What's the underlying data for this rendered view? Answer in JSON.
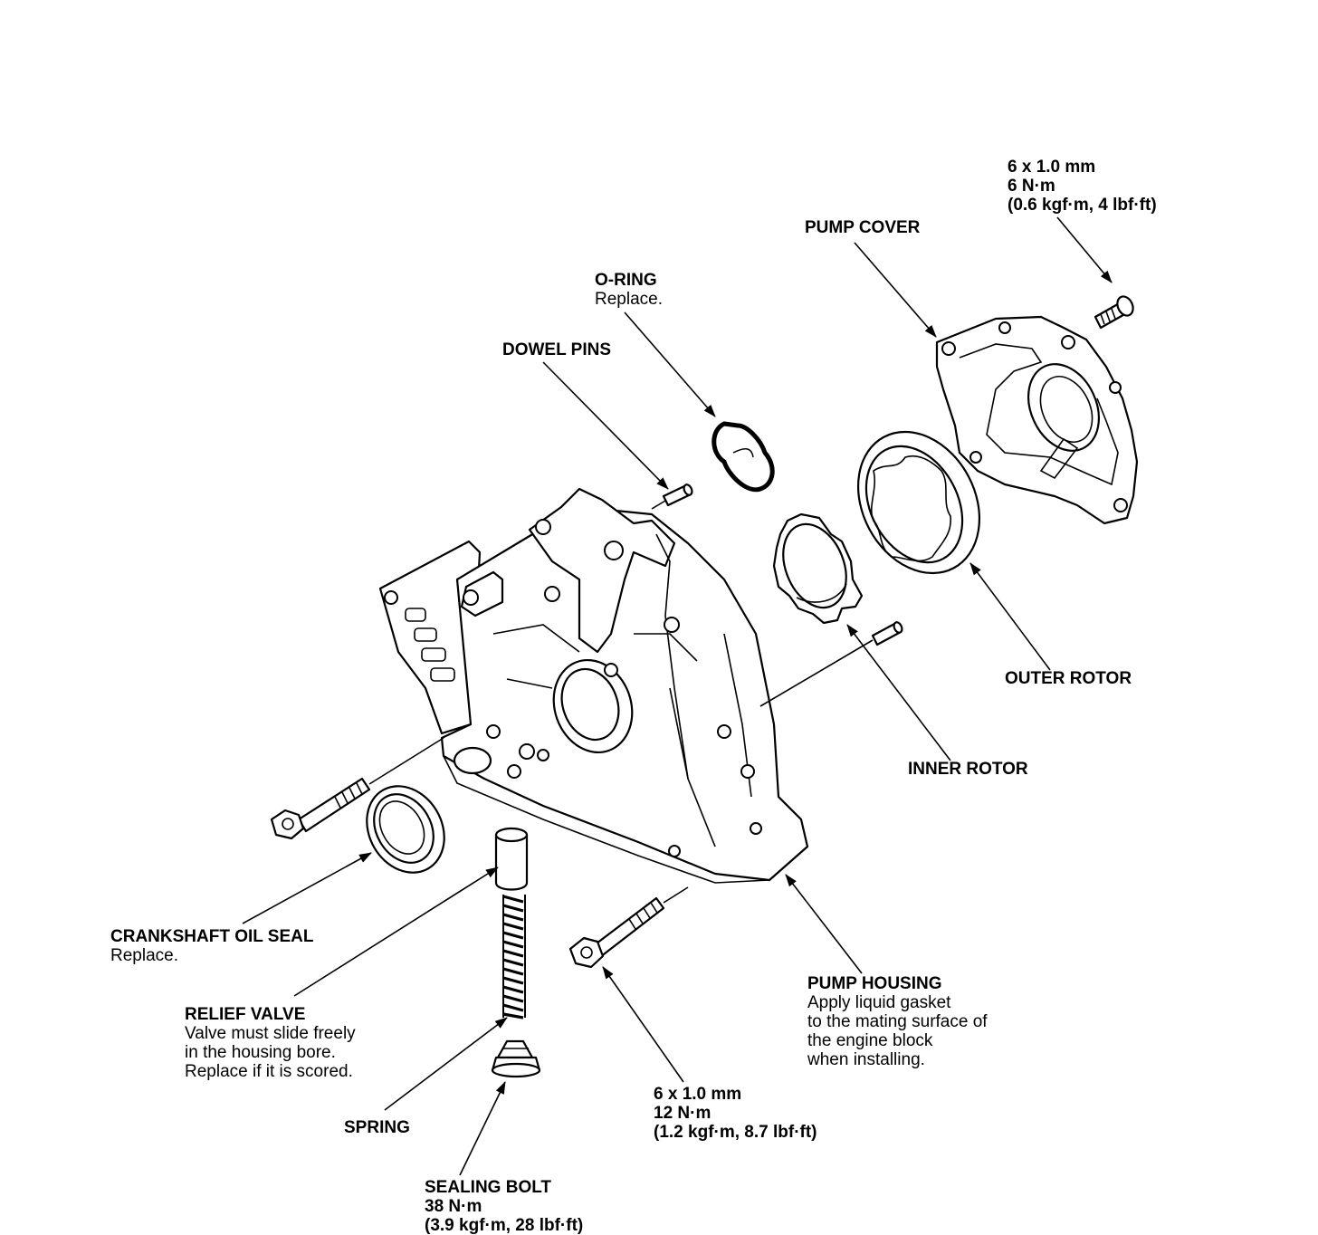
{
  "labels": {
    "cover_bolt": {
      "l1": "6 x 1.0 mm",
      "l2": "6 N·m",
      "l3": "(0.6 kgf·m, 4 lbf·ft)"
    },
    "pump_cover": {
      "title": "PUMP COVER"
    },
    "o_ring": {
      "title": "O-RING",
      "note": "Replace."
    },
    "dowel_pins": {
      "title": "DOWEL PINS"
    },
    "outer_rotor": {
      "title": "OUTER ROTOR"
    },
    "inner_rotor": {
      "title": "INNER ROTOR"
    },
    "crank_seal": {
      "title": "CRANKSHAFT OIL SEAL",
      "note": "Replace."
    },
    "relief_valve": {
      "title": "RELIEF VALVE",
      "n1": "Valve must slide freely",
      "n2": "in the housing bore.",
      "n3": "Replace if it is scored."
    },
    "spring": {
      "title": "SPRING"
    },
    "pump_housing": {
      "title": "PUMP HOUSING",
      "n1": "Apply liquid gasket",
      "n2": "to the mating surface of",
      "n3": "the engine block",
      "n4": "when installing."
    },
    "housing_bolt": {
      "l1": "6 x 1.0 mm",
      "l2": "12 N·m",
      "l3": "(1.2 kgf·m, 8.7 lbf·ft)"
    },
    "sealing_bolt": {
      "title": "SEALING BOLT",
      "l2": "38 N·m",
      "l3": "(3.9 kgf·m, 28 lbf·ft)"
    }
  }
}
